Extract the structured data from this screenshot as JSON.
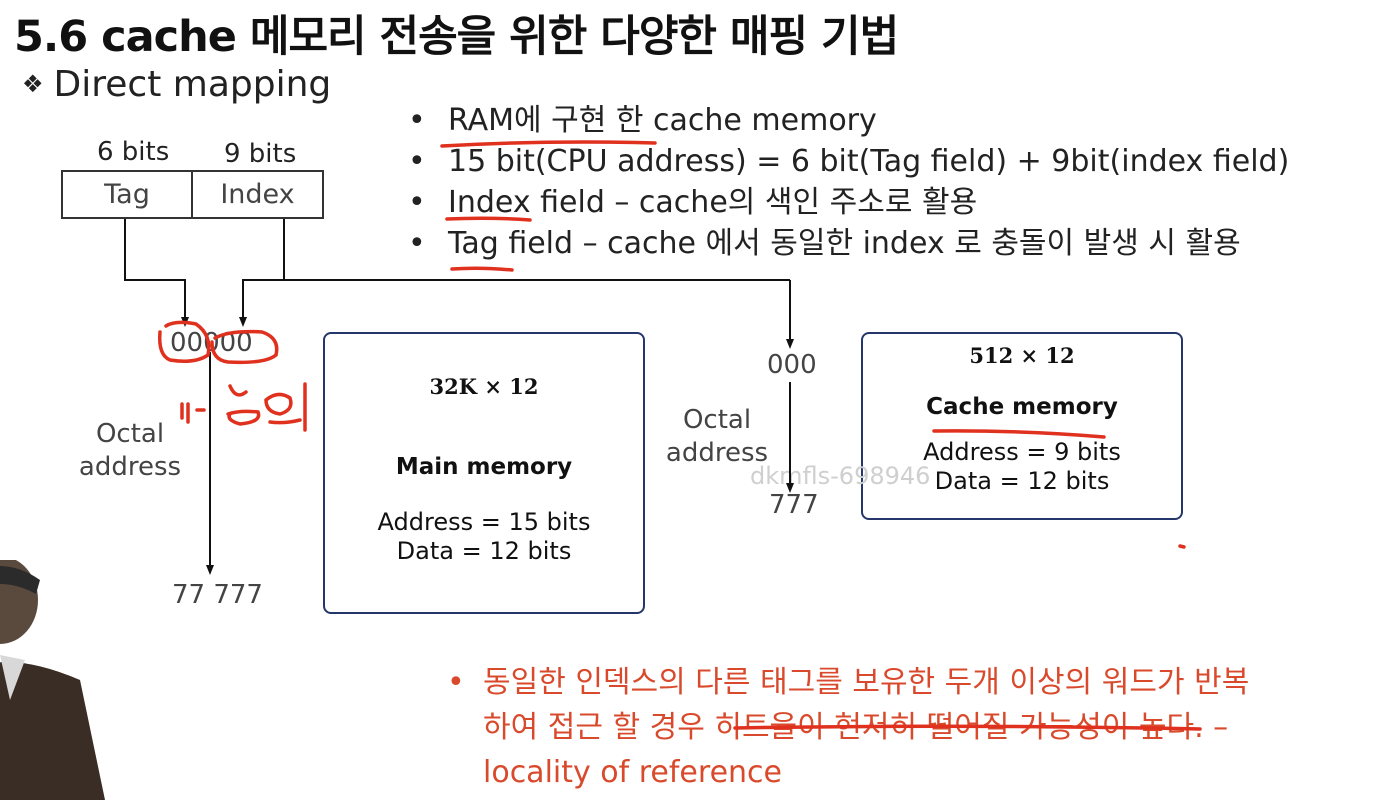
{
  "title": "5.6 cache 메모리 전송을 위한 다양한 매핑 기법",
  "subtitle": {
    "icon": "diamond-bullet-icon",
    "text": "Direct mapping"
  },
  "bullets": [
    "RAM에 구현 한 cache memory",
    "15 bit(CPU address) = 6 bit(Tag field) + 9bit(index field)",
    "Index field – cache의 색인 주소로 활용",
    "Tag field – cache 에서 동일한 index 로 충돌이 발생 시 활용"
  ],
  "address_fields": {
    "tag_bits": "6 bits",
    "index_bits": "9 bits",
    "tag_label": "Tag",
    "index_label": "Index"
  },
  "main_side": {
    "start_value": "00000",
    "octal_label_1": "Octal",
    "octal_label_2": "address",
    "end_value": "77  777"
  },
  "main_memory": {
    "size": "32K × 12",
    "name": "Main memory",
    "address": "Address = 15 bits",
    "data": "Data = 12 bits"
  },
  "cache_side": {
    "start_value": "000",
    "octal_label_1": "Octal",
    "octal_label_2": "address",
    "end_value": "777"
  },
  "cache_memory": {
    "size": "512 × 12",
    "name": "Cache memory",
    "address": "Address = 9 bits",
    "data": "Data = 12 bits"
  },
  "watermark": "dkmfls-698946",
  "note": {
    "line1": "동일한 인덱스의 다른 태그를 보유한 두개 이상의 워드가 반복",
    "line2": "하여 접근 할 경우 히트율이 현저히 떨어질 가능성이 높다. –",
    "line3": "locality of reference"
  },
  "colors": {
    "annotation_red": "#e0301e",
    "box_border": "#24366b",
    "note_text": "#d94a2c"
  }
}
